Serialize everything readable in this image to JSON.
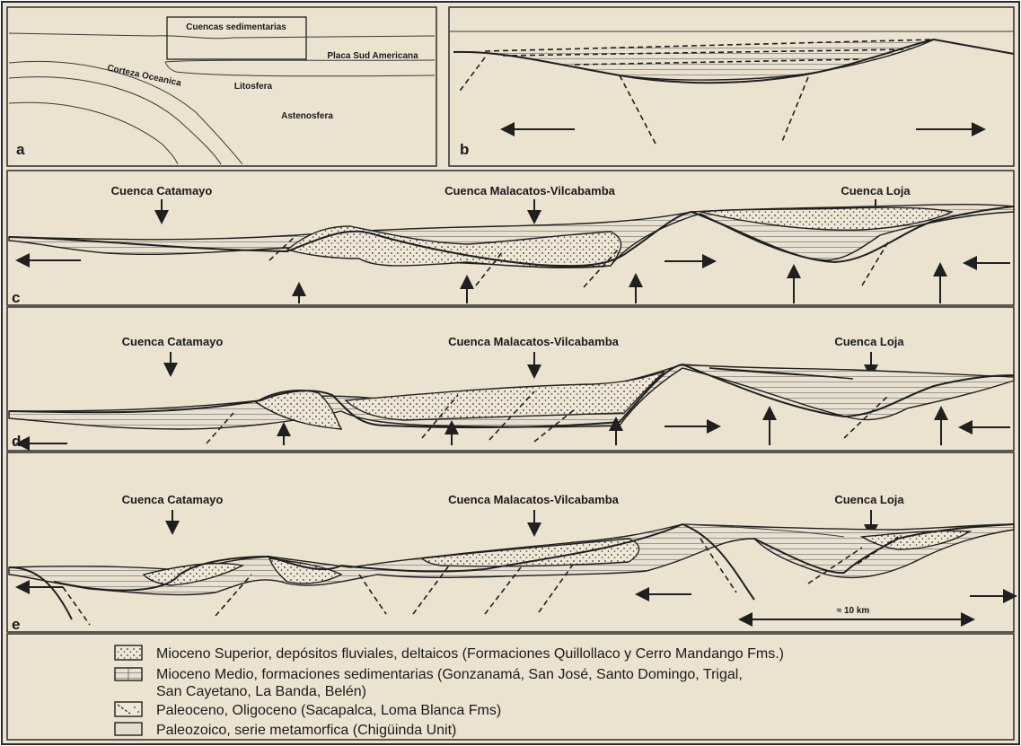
{
  "panel_a": {
    "letter": "a",
    "box_label": "Cuencas sedimentarias",
    "plate_label": "Placa Sud Americana",
    "ocean_label": "Corteza Oceanica",
    "litho_label": "Litosfera",
    "astheno_label": "Astenosfera"
  },
  "panel_b": {
    "letter": "b"
  },
  "panel_c": {
    "letter": "c",
    "basin_left": "Cuenca Catamayo",
    "basin_mid": "Cuenca Malacatos-Vilcabamba",
    "basin_right": "Cuenca Loja"
  },
  "panel_d": {
    "letter": "d",
    "basin_left": "Cuenca Catamayo",
    "basin_mid": "Cuenca Malacatos-Vilcabamba",
    "basin_right": "Cuenca Loja"
  },
  "panel_e": {
    "letter": "e",
    "basin_left": "Cuenca Catamayo",
    "basin_mid": "Cuenca Malacatos-Vilcabamba",
    "basin_right": "Cuenca Loja",
    "scale_label": "≈ 10 km"
  },
  "legend": {
    "items": [
      {
        "line1": "Mioceno Superior, depósitos fluviales, deltaicos (Formaciones Quillollaco y Cerro Mandango Fms.)",
        "line2": ""
      },
      {
        "line1": "Mioceno Medio, formaciones sedimentarias (Gonzanamá, San José, Santo Domingo, Trigal,",
        "line2": "San Cayetano, La Banda, Belén)"
      },
      {
        "line1": "Paleoceno, Oligoceno (Sacapalca, Loma Blanca Fms)",
        "line2": ""
      },
      {
        "line1": "Paleozoico, serie metamorfica (Chigüinda Unit)",
        "line2": ""
      }
    ]
  },
  "colors": {
    "background": "#ece2d0",
    "ink": "#1f1f1f"
  }
}
